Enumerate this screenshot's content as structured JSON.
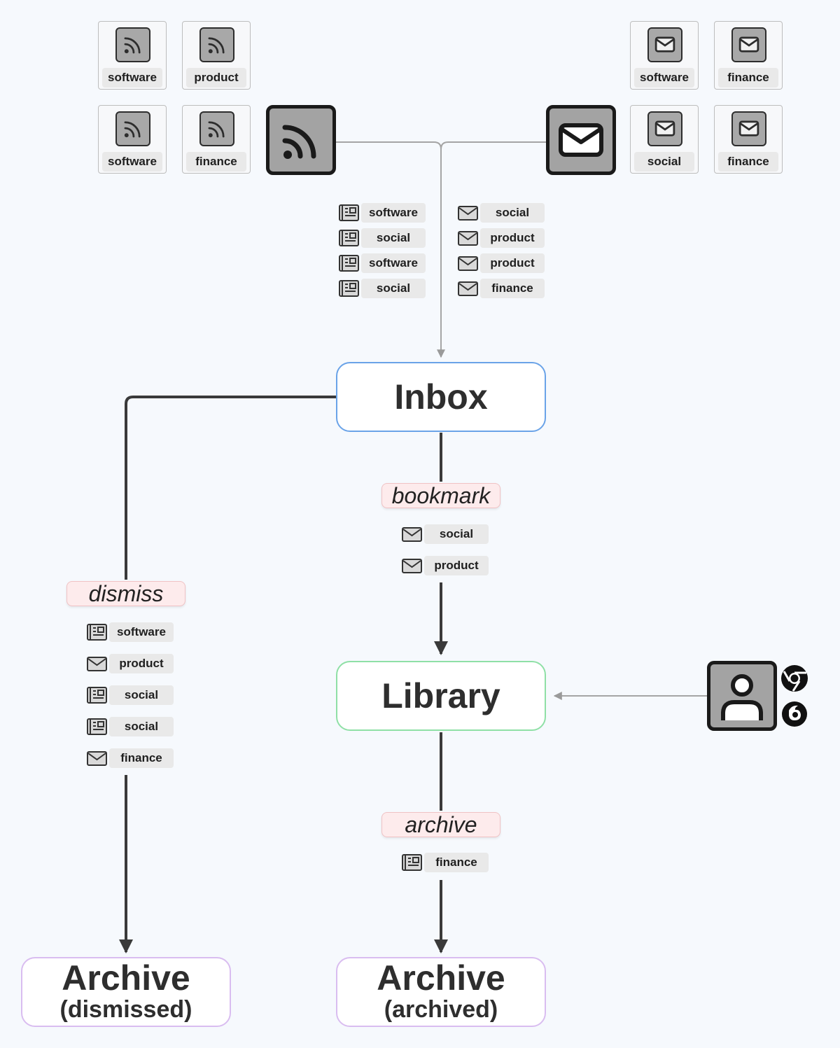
{
  "rss_feeds": [
    {
      "label": "software",
      "icon": "rss-icon"
    },
    {
      "label": "product",
      "icon": "rss-icon"
    },
    {
      "label": "software",
      "icon": "rss-icon"
    },
    {
      "label": "finance",
      "icon": "rss-icon"
    }
  ],
  "email_feeds": [
    {
      "label": "software",
      "icon": "envelope-icon"
    },
    {
      "label": "finance",
      "icon": "envelope-icon"
    },
    {
      "label": "social",
      "icon": "envelope-icon"
    },
    {
      "label": "finance",
      "icon": "envelope-icon"
    }
  ],
  "incoming_rss_items": [
    {
      "label": "software",
      "icon": "newspaper-icon"
    },
    {
      "label": "social",
      "icon": "newspaper-icon"
    },
    {
      "label": "software",
      "icon": "newspaper-icon"
    },
    {
      "label": "social",
      "icon": "newspaper-icon"
    }
  ],
  "incoming_email_items": [
    {
      "label": "social",
      "icon": "envelope-icon"
    },
    {
      "label": "product",
      "icon": "envelope-icon"
    },
    {
      "label": "product",
      "icon": "envelope-icon"
    },
    {
      "label": "finance",
      "icon": "envelope-icon"
    }
  ],
  "states": {
    "inbox": "Inbox",
    "library": "Library",
    "archive_dismissed": {
      "line1": "Archive",
      "line2": "(dismissed)"
    },
    "archive_archived": {
      "line1": "Archive",
      "line2": "(archived)"
    }
  },
  "actions": {
    "bookmark": {
      "label": "bookmark",
      "items": [
        {
          "label": "social",
          "icon": "envelope-icon"
        },
        {
          "label": "product",
          "icon": "envelope-icon"
        }
      ]
    },
    "dismiss": {
      "label": "dismiss",
      "items": [
        {
          "label": "software",
          "icon": "newspaper-icon"
        },
        {
          "label": "product",
          "icon": "envelope-icon"
        },
        {
          "label": "social",
          "icon": "newspaper-icon"
        },
        {
          "label": "social",
          "icon": "newspaper-icon"
        },
        {
          "label": "finance",
          "icon": "envelope-icon"
        }
      ]
    },
    "archive": {
      "label": "archive",
      "items": [
        {
          "label": "finance",
          "icon": "newspaper-icon"
        }
      ]
    }
  },
  "colors": {
    "inbox_border": "#6aa3e8",
    "library_border": "#8fe0a6",
    "archive_border": "#d9bdf0",
    "action_fill": "#fdebec",
    "background": "#f6f9fd"
  },
  "manual_add_icons": [
    "user-card-icon",
    "chrome-icon",
    "firefox-icon"
  ]
}
